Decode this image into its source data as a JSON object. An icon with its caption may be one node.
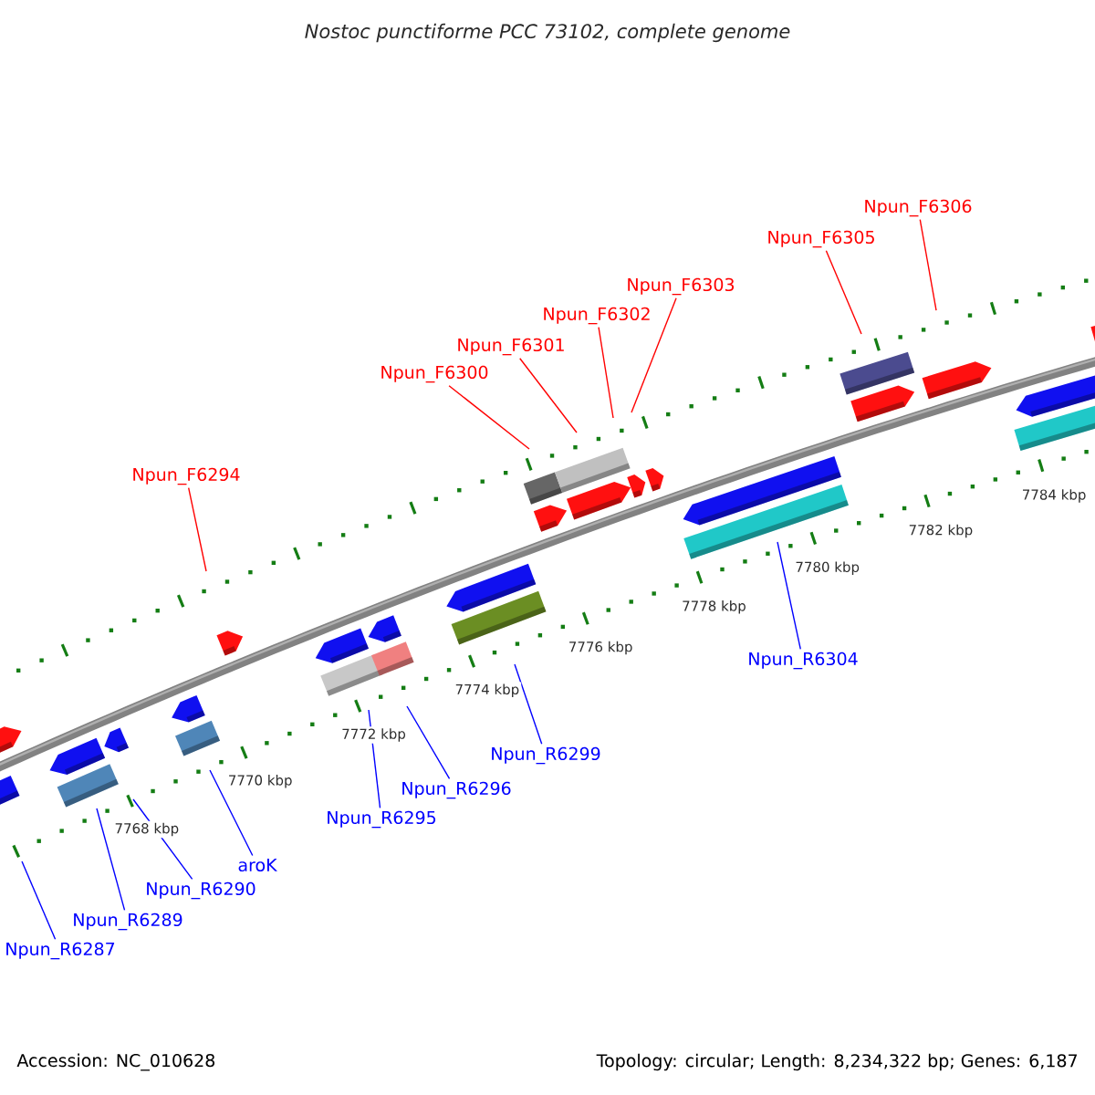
{
  "diagram": {
    "title": "Nostoc punctiforme PCC 73102, complete genome",
    "nodes": [
      {
        "text": [
          "Npun_F6294"
        ]
      },
      {
        "text": [
          "Npun_F6300"
        ]
      },
      {
        "text": [
          "Npun_F6301"
        ]
      },
      {
        "text": [
          "Npun_F6302"
        ]
      },
      {
        "text": [
          "Npun_F6303"
        ]
      },
      {
        "text": [
          "Npun_F6305"
        ]
      },
      {
        "text": [
          "Npun_F6306"
        ]
      },
      {
        "text": [
          "Npun_R6304"
        ]
      },
      {
        "text": [
          "Npun_R6299"
        ]
      },
      {
        "text": [
          "Npun_R6296"
        ]
      },
      {
        "text": [
          "Npun_R6295"
        ]
      },
      {
        "text": [
          "aroK"
        ]
      },
      {
        "text": [
          "Npun_R6290"
        ]
      },
      {
        "text": [
          "Npun_R6289"
        ]
      },
      {
        "text": [
          "Npun_R6287"
        ]
      }
    ],
    "edges": [
      {
        "from": 0,
        "to": null,
        "arrow": "none",
        "color": "#ff0000"
      },
      {
        "from": 1,
        "to": null,
        "arrow": "none",
        "color": "#ff0000"
      },
      {
        "from": 2,
        "to": null,
        "arrow": "none",
        "color": "#ff0000"
      },
      {
        "from": 3,
        "to": null,
        "arrow": "none",
        "color": "#ff0000"
      },
      {
        "from": 4,
        "to": null,
        "arrow": "none",
        "color": "#ff0000"
      },
      {
        "from": 5,
        "to": null,
        "arrow": "none",
        "color": "#ff0000"
      },
      {
        "from": 6,
        "to": null,
        "arrow": "none",
        "color": "#ff0000"
      },
      {
        "from": 7,
        "to": null,
        "arrow": "none"
      },
      {
        "from": 8,
        "to": null,
        "arrow": "none"
      },
      {
        "from": 9,
        "to": null,
        "arrow": "none"
      },
      {
        "from": 10,
        "to": null,
        "arrow": "none"
      },
      {
        "from": 11,
        "to": null,
        "arrow": "none"
      },
      {
        "from": 12,
        "to": null,
        "arrow": "none"
      },
      {
        "from": 13,
        "to": null,
        "arrow": "none"
      },
      {
        "from": 14,
        "to": null,
        "arrow": "none"
      }
    ],
    "labels": [
      "7768 kbp",
      "7770 kbp",
      "7772 kbp",
      "7774 kbp",
      "7776 kbp",
      "7778 kbp",
      "7780 kbp",
      "7782 kbp",
      "7784 kbp",
      "Accession: NC_010628",
      "Topology: circular; Length: 8,234,322 bp; Genes: 6,187"
    ]
  }
}
